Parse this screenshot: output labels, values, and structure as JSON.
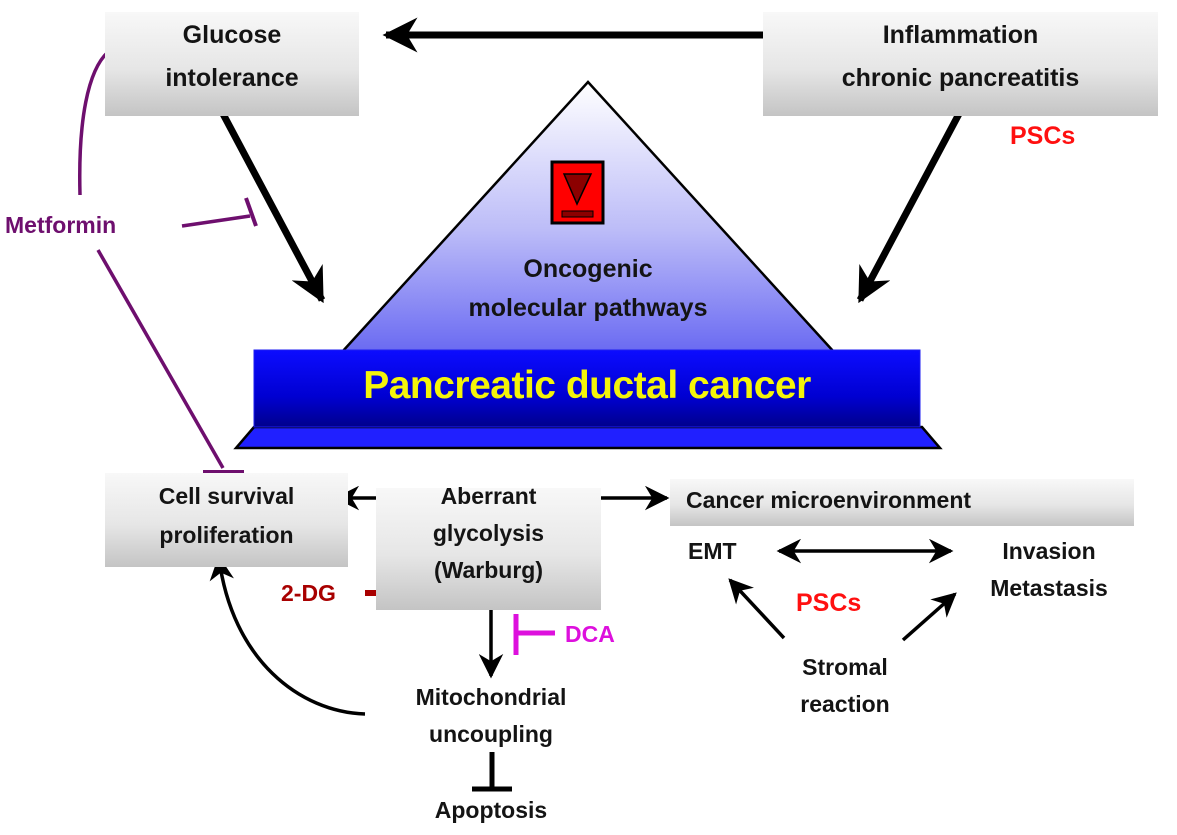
{
  "nodes": {
    "glucose_intolerance": [
      "Glucose",
      "intolerance"
    ],
    "inflammation": [
      "Inflammation",
      "chronic pancreatitis"
    ],
    "pscs_top": "PSCs",
    "metformin": "Metformin",
    "oncogenic_pathways": [
      "Oncogenic",
      "molecular pathways"
    ],
    "pancreatic_cancer": "Pancreatic ductal cancer",
    "cell_survival": [
      "Cell survival",
      "proliferation"
    ],
    "aberrant_glycolysis": [
      "Aberrant",
      "glycolysis",
      "(Warburg)"
    ],
    "cancer_microenvironment": "Cancer microenvironment",
    "emt": "EMT",
    "invasion_metastasis": [
      "Invasion",
      "Metastasis"
    ],
    "pscs_bottom": "PSCs",
    "stromal_reaction": [
      "Stromal",
      "reaction"
    ],
    "two_dg": "2-DG",
    "dca": "DCA",
    "mitochondrial_uncoupling": [
      "Mitochondrial",
      "uncoupling"
    ],
    "apoptosis": "Apoptosis"
  },
  "icons": {
    "warning": "red-down-triangle-icon"
  },
  "colors": {
    "activation": "#000000",
    "metformin": "#6e0f6e",
    "two_dg": "#a80000",
    "dca": "#dd10dd",
    "pscs": "#ff1010",
    "cancer_banner": "#0000ee",
    "cancer_text": "#f4f40a"
  },
  "edges": [
    {
      "from": "Inflammation chronic pancreatitis",
      "to": "Glucose intolerance",
      "type": "activation"
    },
    {
      "from": "Glucose intolerance",
      "to": "Pancreatic ductal cancer",
      "type": "activation"
    },
    {
      "from": "Inflammation chronic pancreatitis",
      "to": "Pancreatic ductal cancer",
      "type": "activation"
    },
    {
      "from": "Metformin",
      "to": "Glucose intolerance",
      "type": "inhibition"
    },
    {
      "from": "Metformin",
      "to": "Glucose intolerance → cancer",
      "type": "inhibition"
    },
    {
      "from": "Metformin",
      "to": "Cell survival proliferation",
      "type": "inhibition"
    },
    {
      "from": "Aberrant glycolysis",
      "to": "Cell survival proliferation",
      "type": "activation"
    },
    {
      "from": "Aberrant glycolysis",
      "to": "Cancer microenvironment",
      "type": "activation"
    },
    {
      "from": "2-DG",
      "to": "Aberrant glycolysis",
      "type": "inhibition"
    },
    {
      "from": "Aberrant glycolysis",
      "to": "Mitochondrial uncoupling",
      "type": "activation"
    },
    {
      "from": "DCA",
      "to": "Aberrant glycolysis → Mitochondrial uncoupling",
      "type": "inhibition"
    },
    {
      "from": "Mitochondrial uncoupling",
      "to": "Cell survival proliferation",
      "type": "activation"
    },
    {
      "from": "Mitochondrial uncoupling",
      "to": "Apoptosis",
      "type": "inhibition"
    },
    {
      "from": "EMT",
      "to": "Invasion Metastasis",
      "type": "bidirectional"
    },
    {
      "from": "Stromal reaction",
      "to": "EMT",
      "type": "activation"
    },
    {
      "from": "Stromal reaction",
      "to": "Invasion Metastasis",
      "type": "activation"
    }
  ]
}
